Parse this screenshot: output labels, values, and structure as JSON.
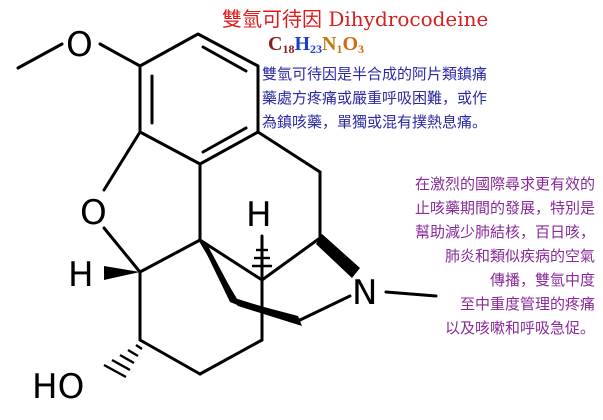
{
  "title": {
    "cn": "雙氫可待因",
    "en": "Dihydrocodeine"
  },
  "formula": {
    "parts": [
      {
        "el": "C",
        "n": "18",
        "color": "#8b1a1a"
      },
      {
        "el": "H",
        "n": "23",
        "color": "#1a3fd0"
      },
      {
        "el": "N",
        "n": "1",
        "color": "#c27a10"
      },
      {
        "el": "O",
        "n": "3",
        "color": "#d06a10"
      }
    ]
  },
  "atoms": {
    "o_methoxy": "O",
    "o_ether": "O",
    "h_left": "H",
    "h_top": "H",
    "n": "N",
    "ho": "HO"
  },
  "paragraph1": {
    "color": "#2a2aa6",
    "lines": [
      "雙氫可待因是半合成的阿片類鎮痛",
      "藥處方疼痛或嚴重呼吸困難，或作",
      "為鎮咳藥，單獨或混有撲熱息痛。"
    ]
  },
  "paragraph2": {
    "color": "#8a2a9a",
    "lines": [
      "在激烈的國際尋求更有效的",
      "止咳藥期間的發展，特別是",
      "幫助減少肺結核，百日咳，",
      "肺炎和類似疾病的空氣",
      "傳播，雙氫中度",
      "至中重度管理的疼痛",
      "以及咳嗽和呼吸急促。"
    ]
  },
  "colors": {
    "title_red": "#e01a1a",
    "title_en_red": "#d42020",
    "structure_black": "#000000"
  }
}
